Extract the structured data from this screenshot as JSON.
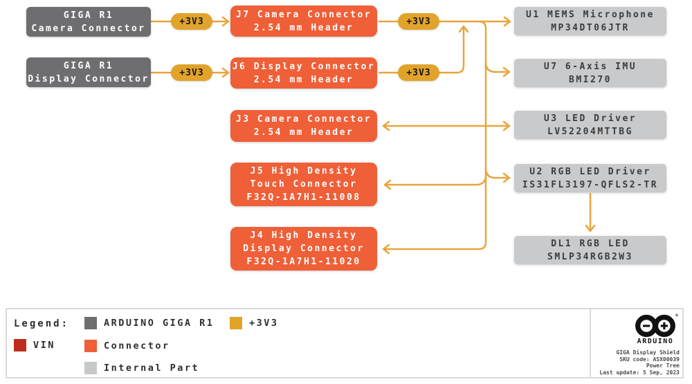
{
  "diagram": {
    "left_nodes": [
      {
        "id": "giga-r1-camera",
        "lines": [
          "GIGA R1",
          "Camera Connector"
        ]
      },
      {
        "id": "giga-r1-display",
        "lines": [
          "GIGA R1",
          "Display Connector"
        ]
      }
    ],
    "mid_nodes": [
      {
        "id": "J7",
        "lines": [
          "J7 Camera Connector",
          "2.54 mm Header"
        ]
      },
      {
        "id": "J6",
        "lines": [
          "J6 Display Connector",
          "2.54 mm Header"
        ]
      },
      {
        "id": "J3",
        "lines": [
          "J3 Camera Connector",
          "2.54 mm Header"
        ]
      },
      {
        "id": "J5",
        "lines": [
          "J5 High Density",
          "Touch Connector",
          "F32Q-1A7H1-11008"
        ]
      },
      {
        "id": "J4",
        "lines": [
          "J4 High Density",
          "Display Connector",
          "F32Q-1A7H1-11020"
        ]
      }
    ],
    "right_nodes": [
      {
        "id": "U1",
        "lines": [
          "U1 MEMS Microphone",
          "MP34DT06JTR"
        ]
      },
      {
        "id": "U7",
        "lines": [
          "U7 6-Axis IMU",
          "BMI270"
        ]
      },
      {
        "id": "U3",
        "lines": [
          "U3 LED Driver",
          "LV52204MTTBG"
        ]
      },
      {
        "id": "U2",
        "lines": [
          "U2 RGB LED Driver",
          "IS31FL3197-QFLS2-TR"
        ]
      },
      {
        "id": "DL1",
        "lines": [
          "DL1 RGB LED",
          "SMLP34RGB2W3"
        ]
      }
    ],
    "power_badges": [
      {
        "label": "+3V3"
      },
      {
        "label": "+3V3"
      },
      {
        "label": "+3V3"
      },
      {
        "label": "+3V3"
      }
    ]
  },
  "legend": {
    "title": "Legend:",
    "items": [
      {
        "label": "VIN",
        "color": "#C02D1C"
      },
      {
        "label": "ARDUINO GIGA R1",
        "color": "#6E6E70"
      },
      {
        "label": "Connector",
        "color": "#EF5F38"
      },
      {
        "label": "Internal Part",
        "color": "#C7C8CA"
      },
      {
        "label": "+3V3",
        "color": "#E2A32B"
      }
    ]
  },
  "branding": {
    "logo_text": "ARDUINO",
    "info_lines": [
      "GIGA Display Shield",
      "SKU code: ASX00039",
      "Power Tree",
      "Last update: 5 Sep, 2023"
    ]
  },
  "colors": {
    "wire": "#E9A43C",
    "badge": "#E2A32B",
    "connector_orange": "#EF5F38",
    "giga_gray": "#6E6E70",
    "internal_gray": "#C9CACB",
    "vin_red": "#C02D1C"
  }
}
